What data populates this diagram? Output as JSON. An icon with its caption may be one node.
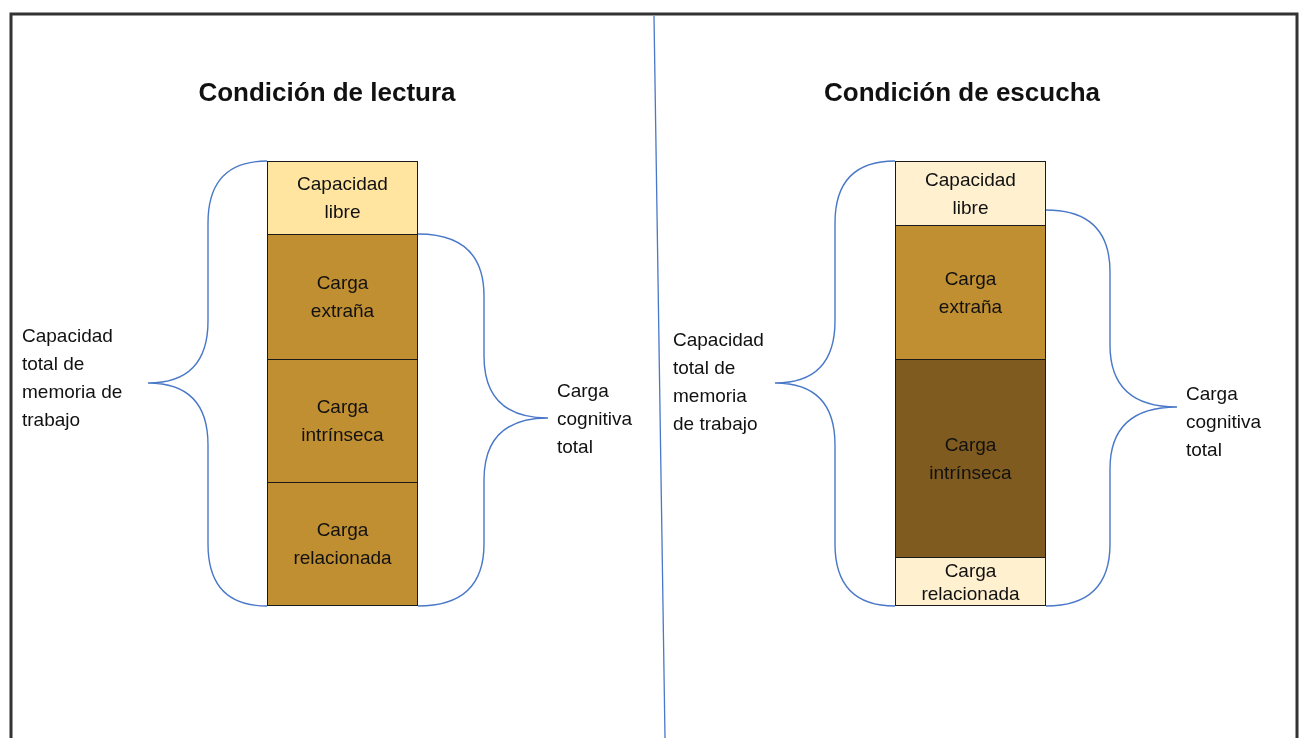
{
  "diagram": {
    "nodes": [
      {
        "text": [
          "Capacidad libre"
        ]
      },
      {
        "text": [
          "Carga extraña"
        ]
      },
      {
        "text": [
          "Carga intrínseca"
        ]
      },
      {
        "text": [
          "Carga relacionada"
        ]
      },
      {
        "text": [
          "Capacidad libre"
        ]
      },
      {
        "text": [
          "Carga extraña"
        ]
      },
      {
        "text": [
          "Carga intrínseca"
        ]
      },
      {
        "text": [
          "Carga relacionada"
        ]
      }
    ],
    "labels": [
      "Condición de lectura",
      "Condición de escucha",
      "Capacidad total de memoria de trabajo",
      "Carga cognitiva total",
      "Capacidad total de memoria de trabajo",
      "Carga cognitiva total"
    ]
  }
}
